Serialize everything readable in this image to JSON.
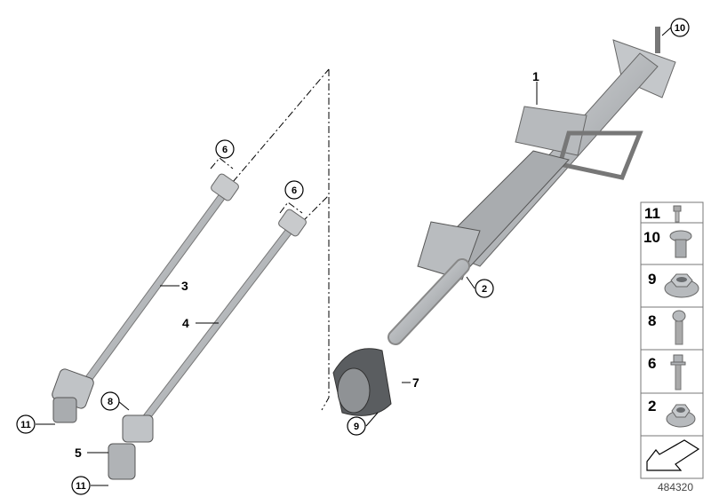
{
  "diagram_id": "484320",
  "callouts": {
    "c1": "1",
    "c2": "2",
    "c3": "3",
    "c4": "4",
    "c5": "5",
    "c6a": "6",
    "c6b": "6",
    "c7": "7",
    "c8": "8",
    "c9": "9",
    "c10": "10",
    "c11a": "11",
    "c11b": "11"
  },
  "legend": [
    {
      "num": "11",
      "icon": "bolt-icon"
    },
    {
      "num": "10",
      "icon": "collar-bolt-icon"
    },
    {
      "num": "9",
      "icon": "flange-nut-icon"
    },
    {
      "num": "8",
      "icon": "socket-screw-icon"
    },
    {
      "num": "6",
      "icon": "hex-bolt-icon"
    },
    {
      "num": "2",
      "icon": "flange-nut-icon"
    },
    {
      "num": "",
      "icon": "arrow-icon"
    }
  ],
  "colors": {
    "part": "#b9bcbf",
    "part_dark": "#8a8d90",
    "line": "#000000"
  }
}
